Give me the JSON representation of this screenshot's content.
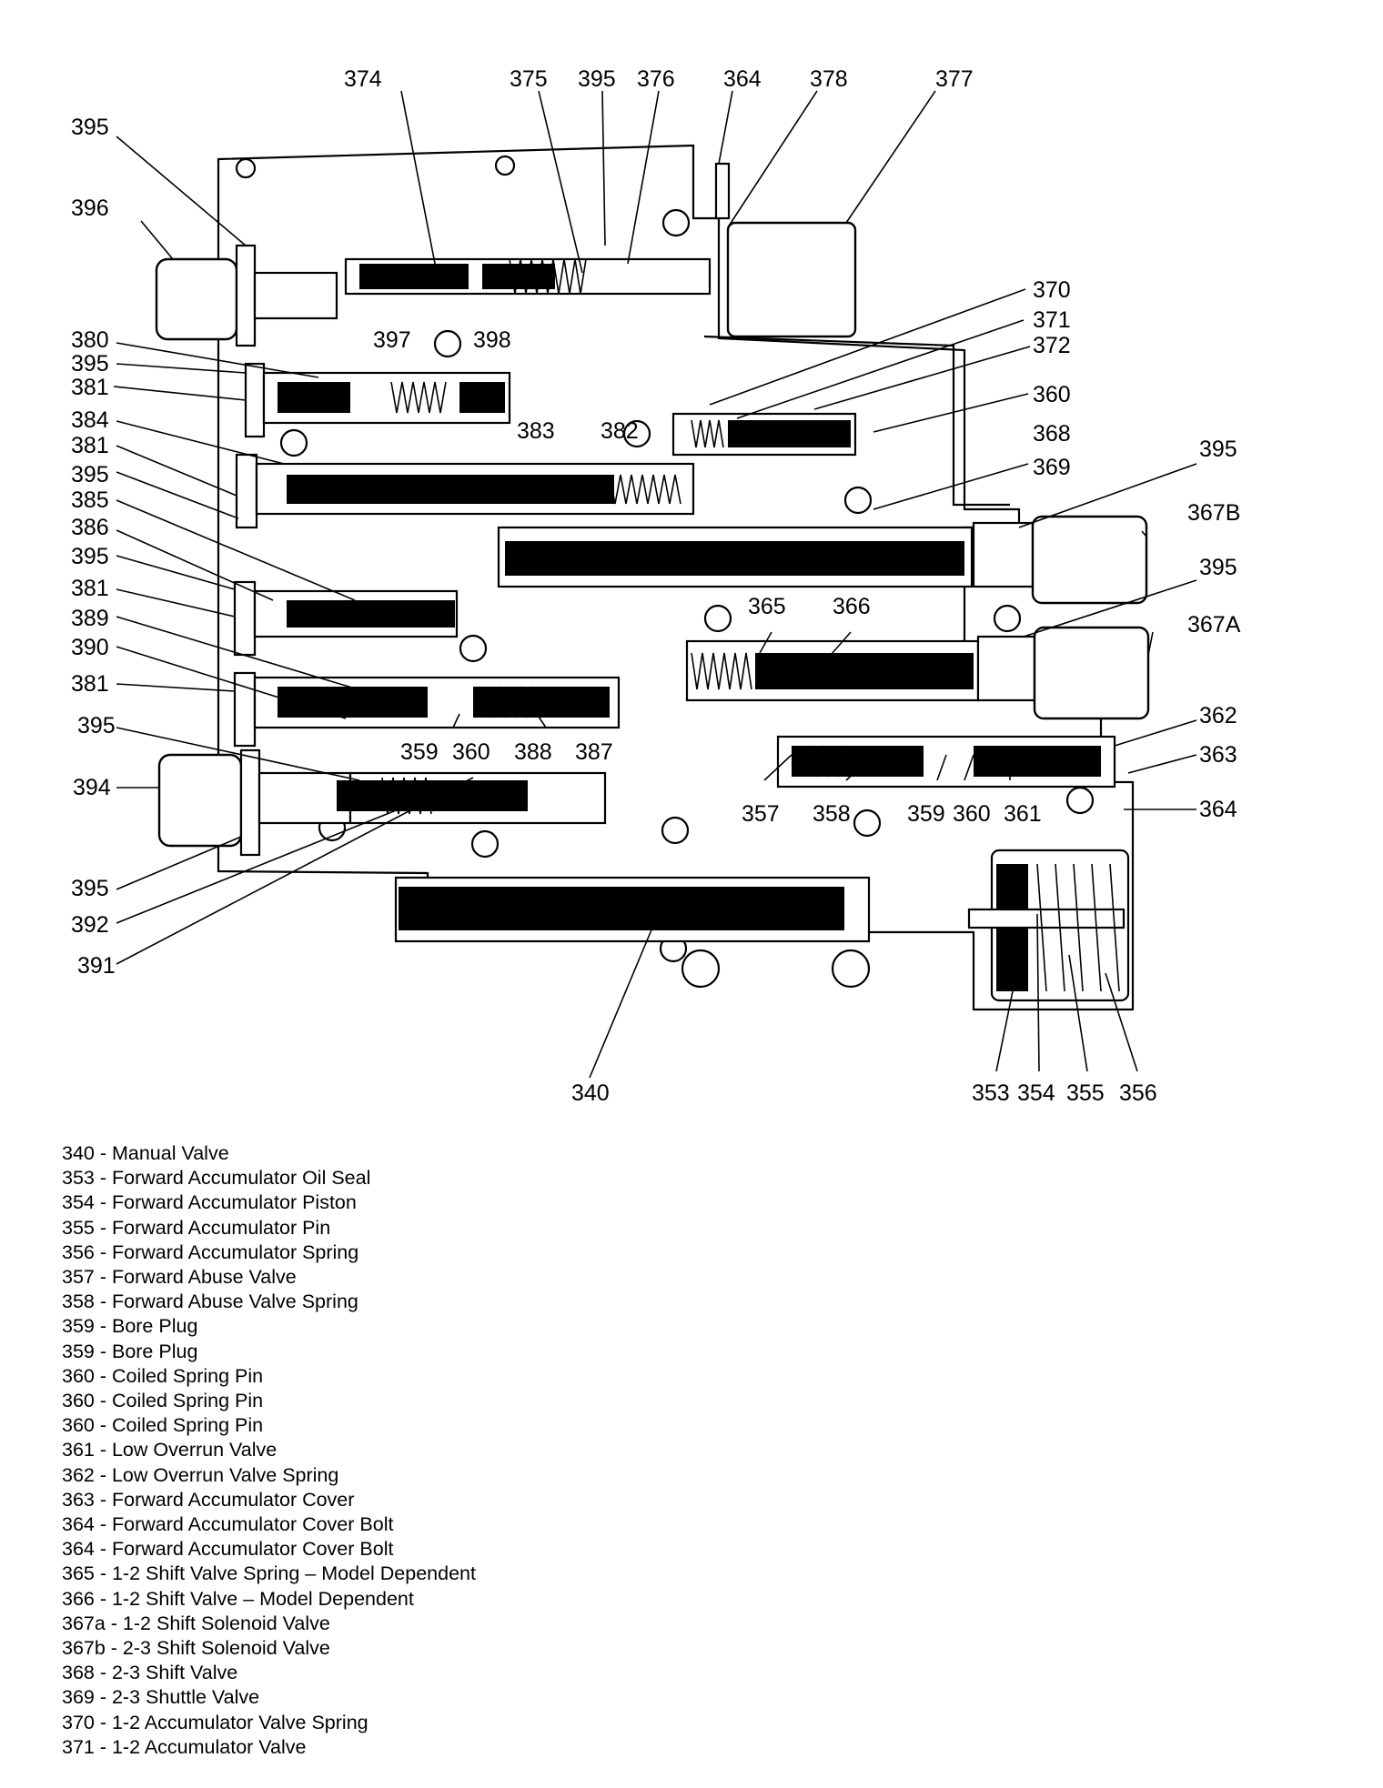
{
  "callouts": {
    "c374": "374",
    "c375": "375",
    "c395_top": "395",
    "c376": "376",
    "c364_top": "364",
    "c378": "378",
    "c377": "377",
    "c395_a": "395",
    "c396": "396",
    "c370": "370",
    "c371": "371",
    "c372": "372",
    "c380": "380",
    "c395_b": "395",
    "c397": "397",
    "c398": "398",
    "c381_a": "381",
    "c360_a": "360",
    "c384": "384",
    "c383": "383",
    "c382": "382",
    "c368": "368",
    "c381_b": "381",
    "c369": "369",
    "c395_c": "395",
    "c395_r1": "395",
    "c385": "385",
    "c367b": "367B",
    "c386": "386",
    "c395_d": "395",
    "c395_r2": "395",
    "c381_c": "381",
    "c365": "365",
    "c366": "366",
    "c367a": "367A",
    "c389": "389",
    "c390": "390",
    "c381_d": "381",
    "c362": "362",
    "c359_a": "359",
    "c360_b": "360",
    "c388": "388",
    "c387": "387",
    "c363": "363",
    "c395_e": "395",
    "c394": "394",
    "c357": "357",
    "c358": "358",
    "c359_b": "359",
    "c360_c": "360",
    "c361": "361",
    "c364_r": "364",
    "c395_f": "395",
    "c392": "392",
    "c391": "391",
    "c340": "340",
    "c353": "353",
    "c354": "354",
    "c355": "355",
    "c356": "356"
  },
  "legend": [
    "340 - Manual Valve",
    "353 - Forward Accumulator Oil Seal",
    "354 - Forward Accumulator Piston",
    "355 - Forward Accumulator Pin",
    "356 - Forward Accumulator Spring",
    "357 - Forward Abuse Valve",
    "358 - Forward Abuse Valve Spring",
    "359 - Bore Plug",
    "359 - Bore Plug",
    "360 - Coiled Spring Pin",
    "360 - Coiled Spring Pin",
    "360 - Coiled Spring Pin",
    "361 - Low Overrun Valve",
    "362 - Low Overrun Valve Spring",
    "363 - Forward Accumulator Cover",
    "364 - Forward Accumulator Cover Bolt",
    "364 - Forward Accumulator Cover Bolt",
    "365 - 1-2 Shift Valve Spring – Model Dependent",
    "366 - 1-2 Shift Valve – Model Dependent",
    "367a - 1-2 Shift Solenoid Valve",
    "367b - 2-3 Shift Solenoid Valve",
    "368 - 2-3 Shift Valve",
    "369 - 2-3 Shuttle Valve",
    "370 - 1-2 Accumulator Valve Spring",
    "371 - 1-2 Accumulator Valve"
  ]
}
